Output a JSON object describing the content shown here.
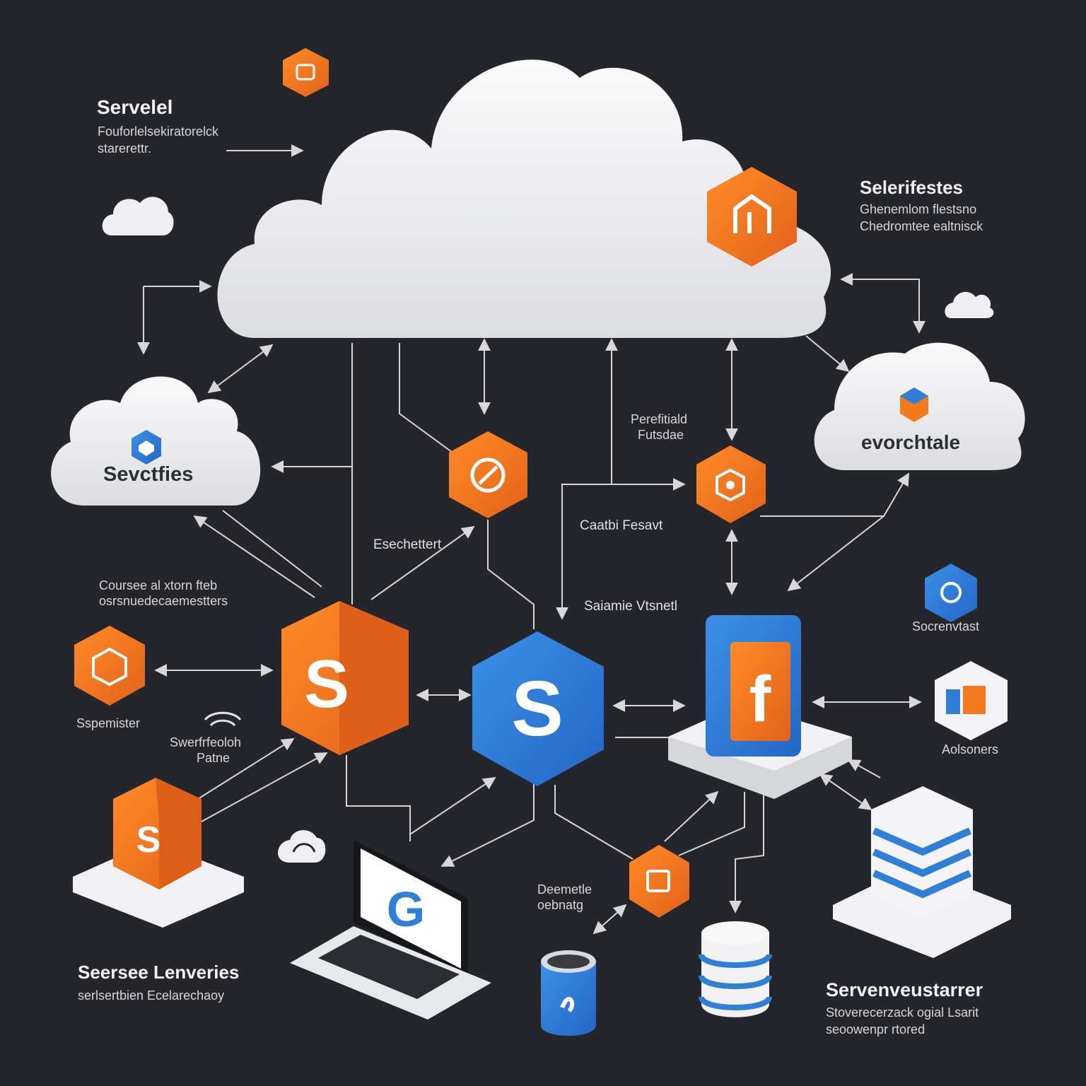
{
  "labels": {
    "title_tl": "Servelel",
    "sub_tl_1": "Fouforlelsekiratorelck",
    "sub_tl_2": "starerettr.",
    "title_tr": "Selerifestes",
    "sub_tr_1": "Ghenemlom flestsno",
    "sub_tr_2": "Chedromtee ealtnisck",
    "cloud_left": "Sevctfies",
    "cloud_right": "evorchtale",
    "perfictial_1": "Perefitiald",
    "perfictial_2": "Futsdae",
    "caatbi": "Caatbi Fesavt",
    "esterhort": "Esechettert",
    "course_1": "Coursee al xtorn fteb",
    "course_2": "osrsnuedecaemestters",
    "samie": "Saiamie Vtsnetl",
    "socrem": "Socrenvtast",
    "speamister": "Sspemister",
    "swer_1": "Swerfrfeoloh",
    "swer_2": "Patne",
    "aolsoners": "Aolsoners",
    "bottom_left_title": "Seersee Lenveries",
    "bottom_left_sub": "serlsertbien Ecelarechaoy",
    "bottom_mid_1": "Deemetle",
    "bottom_mid_2": "oebnatg",
    "bottom_right_title": "Servenveustarrer",
    "bottom_right_sub_1": "Stoverecerzack ogial Lsarit",
    "bottom_right_sub_2": "seoowenpr rtored"
  },
  "icons": {
    "top_hex": "badge-icon",
    "cloud_hex": "house-icon",
    "left_cloud_logo": "chevron-badge-icon",
    "center_hex_1": "tool-icon",
    "center_hex_2": "gear-icon",
    "right_hex": "key-icon",
    "left_hex": "bird-icon",
    "bottom_hex": "chart-icon",
    "server_icon": "s-logo-icon",
    "laptop_logo": "g-logo-icon",
    "device_icon": "f-logo-icon",
    "bucket_icon": "hook-icon"
  },
  "colors": {
    "background": "#25262b",
    "orange": "#f37b1d",
    "blue": "#2f7fd8",
    "cloud": "#f1f1f3",
    "text": "#e9e9ea"
  }
}
